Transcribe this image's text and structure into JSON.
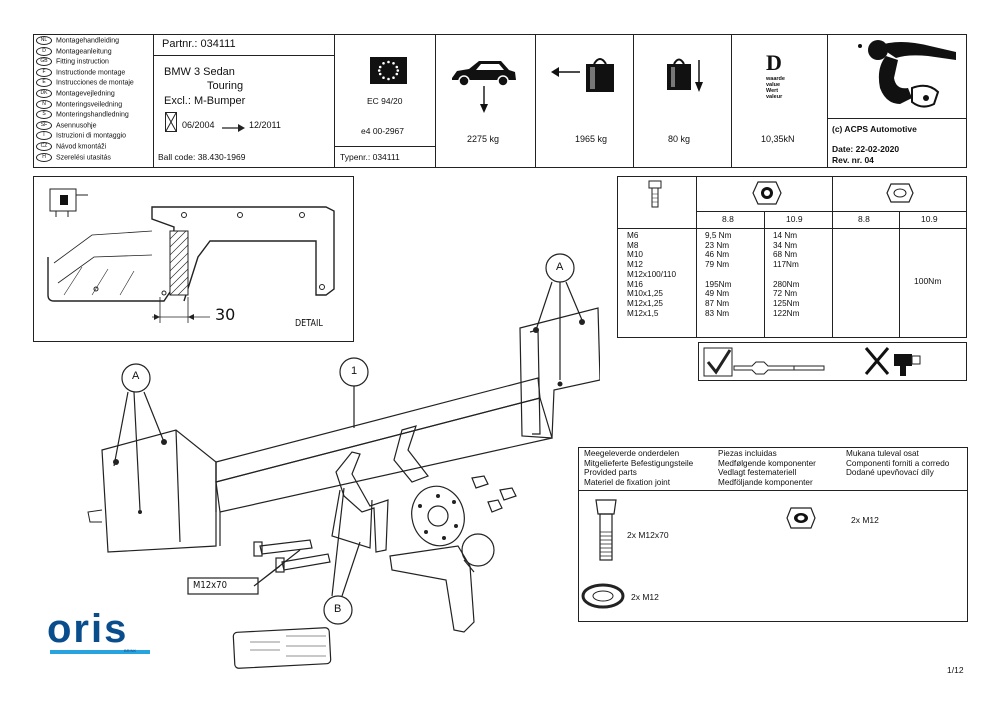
{
  "header": {
    "languages": [
      {
        "code": "NL",
        "label": "Montagehandleiding"
      },
      {
        "code": "D",
        "label": "Montageanleitung"
      },
      {
        "code": "GB",
        "label": "Fitting instruction"
      },
      {
        "code": "F",
        "label": "Instructionde montage"
      },
      {
        "code": "E",
        "label": "Instrucciones de montaje"
      },
      {
        "code": "DK",
        "label": "Montagevejledning"
      },
      {
        "code": "N",
        "label": "Monteringsveiledning"
      },
      {
        "code": "S",
        "label": "Monteringshandledning"
      },
      {
        "code": "SF",
        "label": "Asennusohje"
      },
      {
        "code": "I",
        "label": "Istruzioni di montaggio"
      },
      {
        "code": "CZ",
        "label": "Návod kmontáži"
      },
      {
        "code": "H",
        "label": "Szerelési utasitás"
      }
    ],
    "part_nr": "Partnr.: 034111",
    "vehicle_line1": "BMW 3  Sedan",
    "vehicle_line2": "Touring",
    "vehicle_line3": "Excl.: M-Bumper",
    "period_from": "06/2004",
    "period_to": "12/2011",
    "ball_code": "Ball code: 38.430-1969",
    "ec_label": "EC 94/20",
    "approval": "e4   00-2967",
    "type_nr": "Typenr.: 034111",
    "max_weight": "2275 kg",
    "trailer_weight": "1965 kg",
    "vertical_load": "80 kg",
    "d_letter": "D",
    "d_words": [
      "waarde",
      "value",
      "Wert",
      "valeur"
    ],
    "d_value": "10,35kN",
    "copyright": "(c) ACPS Automotive",
    "date": "Date: 22-02-2020",
    "rev": "Rev. nr. 04"
  },
  "detail": {
    "dimension": "30",
    "label": "DETAIL"
  },
  "torque": {
    "grades": [
      "8.8",
      "10.9",
      "8.8",
      "10.9"
    ],
    "rows": [
      {
        "size": "M6",
        "a": "9,5 Nm",
        "b": "14 Nm"
      },
      {
        "size": "M8",
        "a": "23  Nm",
        "b": "34 Nm"
      },
      {
        "size": "M10",
        "a": "46  Nm",
        "b": "68 Nm"
      },
      {
        "size": "M12",
        "a": "79  Nm",
        "b": "117Nm"
      },
      {
        "size": "M12x100/110",
        "a": "",
        "b": ""
      },
      {
        "size": "M16",
        "a": "195Nm",
        "b": "280Nm"
      },
      {
        "size": "M10x1,25",
        "a": "49 Nm",
        "b": "72 Nm"
      },
      {
        "size": "M12x1,25",
        "a": "87 Nm",
        "b": "125Nm"
      },
      {
        "size": "M12x1,5",
        "a": "83 Nm",
        "b": "122Nm"
      }
    ],
    "nut_value": "100Nm"
  },
  "drawing": {
    "callout_a": "A",
    "callout_b": "B",
    "callout_1": "1",
    "bolt_label": "M12x70"
  },
  "parts": {
    "col1": [
      "Meegeleverde onderdelen",
      "Mitgelieferte Befestigungsteile",
      "Provided parts",
      "Materiel de fixation joint"
    ],
    "col2": [
      "Piezas incluidas",
      "Medfølgende komponenter",
      "Vedlagt festemateriell",
      "Medföljande komponenter"
    ],
    "col3": [
      "Mukana tuleval osat",
      "Componenti forniti a corredo",
      "Dodané upevňovací díly"
    ],
    "bolt": "2x  M12x70",
    "nut": "2x M12",
    "washer": "2x  M12"
  },
  "footer": {
    "brand": "oris",
    "brand_sub": "BRINK",
    "page": "1/12"
  }
}
